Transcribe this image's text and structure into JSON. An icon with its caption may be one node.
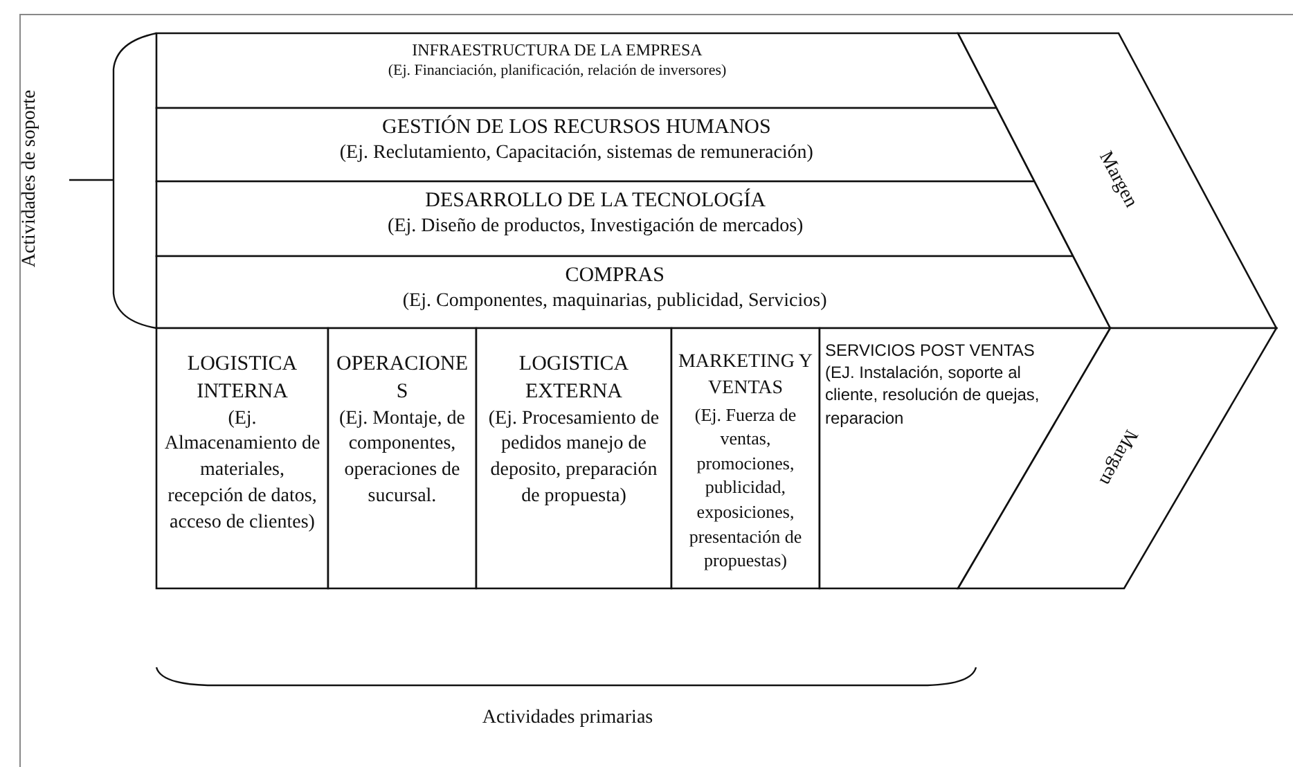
{
  "diagram": {
    "nodes": [
      {
        "text": [
          "INFRAESTRUCTURA DE LA EMPRESA",
          "(Ej. Financiación, planificación, relación de inversores)"
        ]
      },
      {
        "text": [
          "GESTIÓN DE LOS RECURSOS HUMANOS",
          "(Ej. Reclutamiento, Capacitación, sistemas de remuneración)"
        ]
      },
      {
        "text": [
          "DESARROLLO DE LA TECNOLOGÍA",
          "(Ej. Diseño de productos, Investigación de mercados)"
        ]
      },
      {
        "text": [
          "COMPRAS",
          "(Ej. Componentes, maquinarias, publicidad, Servicios)"
        ]
      },
      {
        "text": [
          "Margen"
        ]
      },
      {
        "text": [
          "LOGISTICA INTERNA",
          "(Ej. Almacenamiento de materiales, recepción de datos, acceso de clientes)"
        ]
      },
      {
        "text": [
          "OPERACIONES",
          "(Ej. Montaje, de componentes, operaciones de sucursal."
        ]
      },
      {
        "text": [
          "LOGISTICA EXTERNA",
          "(Ej. Procesamiento de pedidos manejo de deposito, preparación de propuesta)"
        ]
      },
      {
        "text": [
          "MARKETING Y VENTAS",
          "(Ej. Fuerza de ventas, promociones, publicidad, exposiciones, presentación de propuestas)"
        ]
      },
      {
        "text": [
          "SERVICIOS POST VENTAS",
          "(EJ. Instalación, soporte al cliente, resolución de quejas, reparacion"
        ]
      },
      {
        "text": [
          "Margen"
        ]
      }
    ],
    "labels": [
      "Actividades de soporte",
      "Actividades primarias"
    ]
  }
}
